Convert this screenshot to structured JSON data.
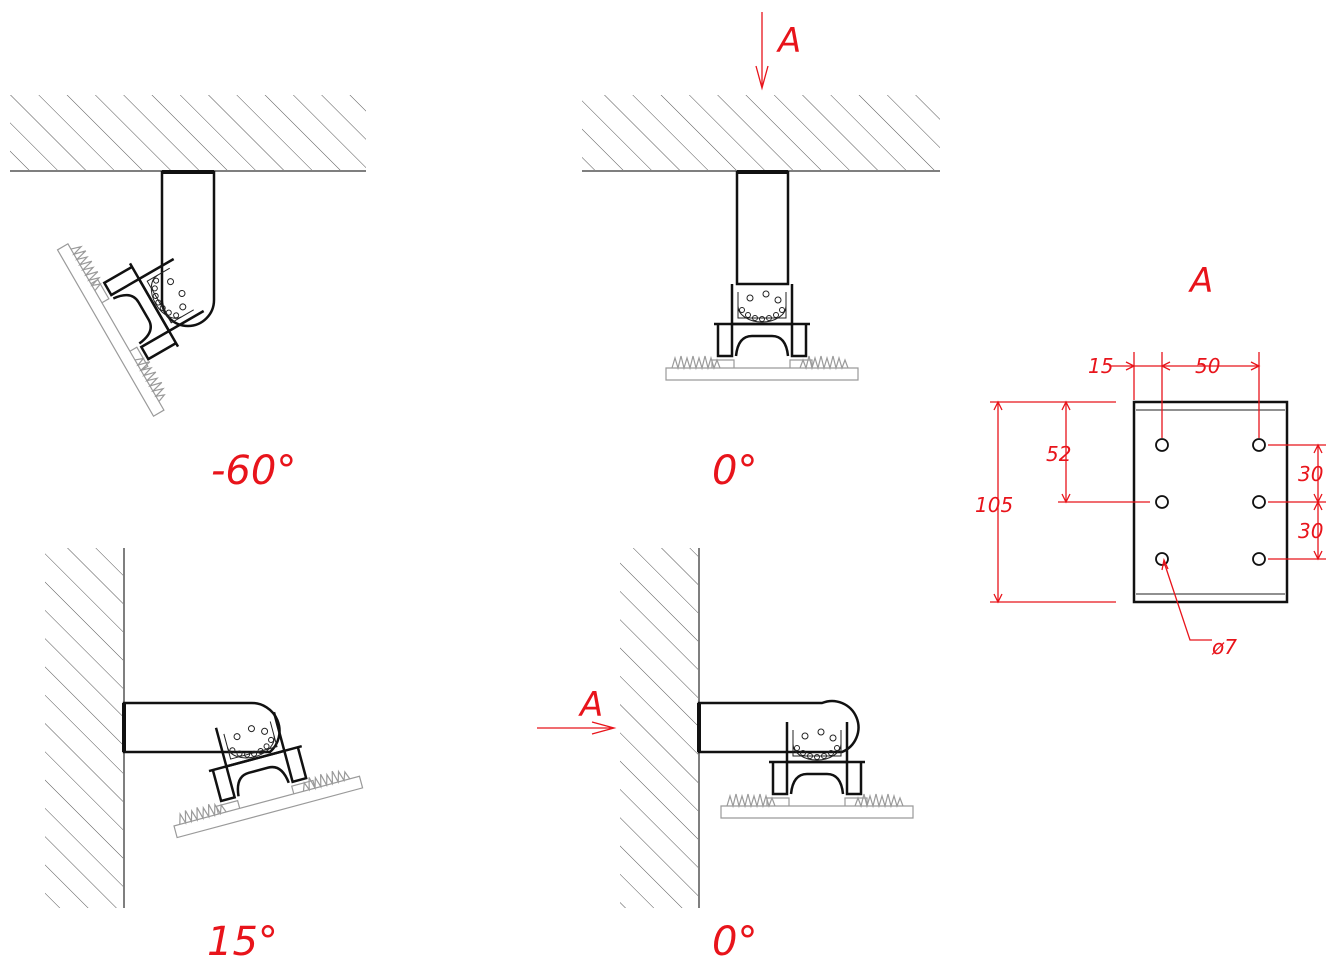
{
  "views": {
    "ceiling_tilted": {
      "angle_label": "-60°"
    },
    "ceiling_straight": {
      "angle_label": "0°",
      "view_marker": "A"
    },
    "wall_tilted": {
      "angle_label": "15°"
    },
    "wall_straight": {
      "angle_label": "0°",
      "view_marker": "A"
    }
  },
  "detail_a": {
    "title": "A",
    "dimensions": {
      "left_offset": "15",
      "hole_spacing_x": "50",
      "vertical_offset": "52",
      "plate_height": "105",
      "hole_spacing_y_1": "30",
      "hole_spacing_y_2": "30",
      "hole_diameter": "ø7"
    }
  },
  "colors": {
    "annotation": "#e8141b",
    "outline": "#111111",
    "heatsink": "#9a9a9a"
  }
}
